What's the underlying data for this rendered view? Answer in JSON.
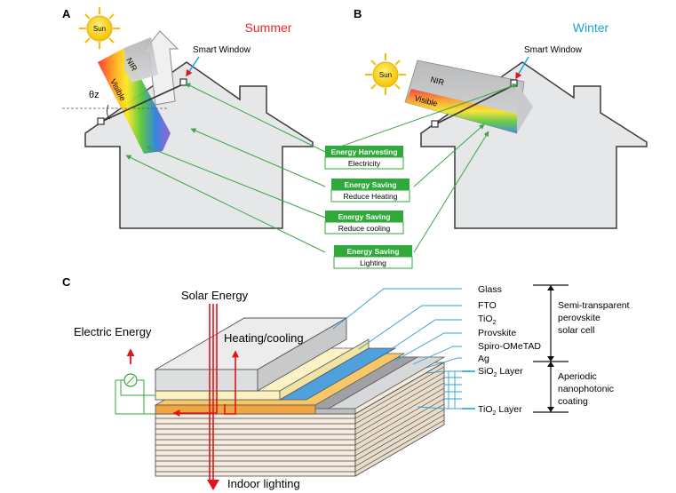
{
  "panels": {
    "a": {
      "letter": "A",
      "season": "Summer",
      "window_label": "Smart Window",
      "sun_label": "Sun",
      "nir_label": "NIR",
      "visible_label": "Visible",
      "angle_label": "θz"
    },
    "b": {
      "letter": "B",
      "season": "Winter",
      "window_label": "Smart Window",
      "sun_label": "Sun",
      "nir_label": "NIR",
      "visible_label": "Visible"
    },
    "c": {
      "letter": "C"
    }
  },
  "badges": [
    {
      "title": "Energy Harvesting",
      "subtitle": "Electricity"
    },
    {
      "title": "Energy Saving",
      "subtitle": "Reduce Heating"
    },
    {
      "title": "Energy Saving",
      "subtitle": "Reduce cooling"
    },
    {
      "title": "Energy Saving",
      "subtitle": "Lighting"
    }
  ],
  "panel_c": {
    "solar_energy": "Solar Energy",
    "electric_energy": "Electric Energy",
    "heating_cooling": "Heating/cooling",
    "indoor_lighting": "Indoor lighting",
    "layers": [
      "Glass",
      "FTO",
      "TiO",
      "Provskite",
      "Spiro-OMeTAD",
      "Ag"
    ],
    "layer_tio2_sub": "2",
    "sio2_layer": "SiO",
    "sio2_sub": "2",
    "sio2_suffix": " Layer",
    "tio2_layer": "TiO",
    "tio2_sub": "2",
    "tio2_suffix": " Layer",
    "bracket_top": [
      "Semi-transparent",
      "perovskite",
      "solar cell"
    ],
    "bracket_bottom": [
      "Aperiodic",
      "nanophotonic",
      "coating"
    ]
  },
  "colors": {
    "summer": "#e8262a",
    "winter": "#1aa3dc",
    "badge_green": "#2eaa3a",
    "connector_green": "#3ea54a",
    "leader_blue": "#2f9fd8",
    "arrow_red": "#e2141b",
    "house_fill": "#e6e7e8",
    "house_stroke": "#3a3a3a"
  }
}
